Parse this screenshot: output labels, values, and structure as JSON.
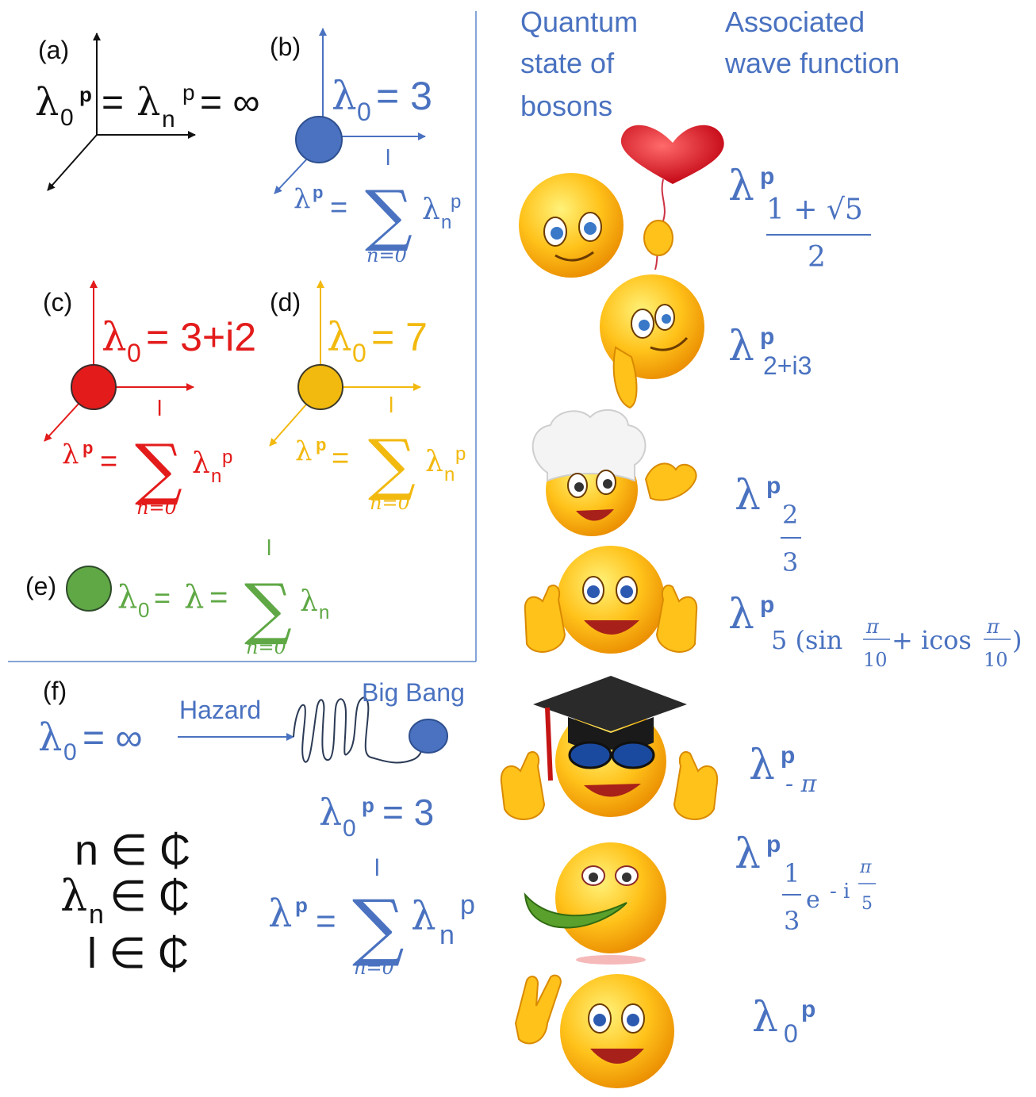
{
  "colors": {
    "blue": "#4a72c0",
    "red": "#e31b1b",
    "yellow": "#f2b90f",
    "green": "#5fa845",
    "black": "#111111",
    "border": "#5b86c8"
  },
  "headers": {
    "col1": [
      "Quantum",
      "state of",
      "bosons"
    ],
    "col2": [
      "Associated",
      "wave function"
    ]
  },
  "panels": {
    "a": {
      "label": "(a)",
      "lhs": "λ",
      "lhs_sub": "0",
      "lhs_sup": "p",
      "eq1": "=",
      "mid": "λ",
      "mid_sub": "n",
      "mid_sup": "p",
      "eq2": "= ∞"
    },
    "b": {
      "label": "(b)",
      "top_lam": "λ",
      "top_sub": "0",
      "top_rhs": "= 3",
      "sum_lhs": "λ",
      "sum_lhs_sup": "p",
      "sum_eq": "=",
      "sum_sym": "∑",
      "sum_upper": "l",
      "sum_lower": "n=0",
      "sum_term": "λ",
      "sum_term_sub": "n",
      "sum_term_sup": "p"
    },
    "c": {
      "label": "(c)",
      "top_lam": "λ",
      "top_sub": "0",
      "top_rhs": "= 3+i2",
      "sum_lhs": "λ",
      "sum_lhs_sup": "p",
      "sum_eq": "=",
      "sum_sym": "∑",
      "sum_upper": "l",
      "sum_lower": "n=0",
      "sum_term": "λ",
      "sum_term_sub": "n",
      "sum_term_sup": "p"
    },
    "d": {
      "label": "(d)",
      "top_lam": "λ",
      "top_sub": "0",
      "top_rhs": "= 7",
      "sum_lhs": "λ",
      "sum_lhs_sup": "p",
      "sum_eq": "=",
      "sum_sym": "∑",
      "sum_upper": "l",
      "sum_lower": "n=0",
      "sum_term": "λ",
      "sum_term_sub": "n",
      "sum_term_sup": "p"
    },
    "e": {
      "label": "(e)",
      "lam0": "λ",
      "lam0_sub": "0",
      "eq1": "=",
      "lam": "λ",
      "eq2": "=",
      "sum_sym": "∑",
      "sum_upper": "l",
      "sum_lower": "n=0",
      "term": "λ",
      "term_sub": "n"
    },
    "f": {
      "label": "(f)",
      "lhs": "λ",
      "lhs_sub": "0",
      "lhs_rhs": "= ∞",
      "hazard": "Hazard",
      "bigbang": "Big Bang",
      "eq_lam": "λ",
      "eq_sub": "0",
      "eq_sup": "p",
      "eq_rhs": "= 3",
      "sum_lhs": "λ",
      "sum_lhs_sup": "p",
      "sum_eq": "=",
      "sum_sym": "∑",
      "sum_upper": "l",
      "sum_lower": "n=0",
      "sum_term": "λ",
      "sum_term_sub": "n",
      "sum_term_sup": "p"
    }
  },
  "sets": {
    "line1": "n ∈ ₵",
    "line2_lam": "λ",
    "line2_sub": "n",
    "line2_rest": "∈ ₵",
    "line3": "l ∈ ₵"
  },
  "wavefunctions": [
    {
      "lam": "λ",
      "sup": "p",
      "num": "1 + √5",
      "den": "2"
    },
    {
      "lam": "λ",
      "sup": "p",
      "sub": "2+i3"
    },
    {
      "lam": "λ",
      "sup": "p",
      "num": "2",
      "den": "3"
    },
    {
      "lam": "λ",
      "sup": "p",
      "sub_pre": "5 (sin",
      "f1_num": "π",
      "f1_den": "10",
      "sub_mid": "+ icos",
      "f2_num": "π",
      "f2_den": "10",
      "sub_post": ")"
    },
    {
      "lam": "λ",
      "sup": "p",
      "sub": "- π"
    },
    {
      "lam": "λ",
      "sup": "p",
      "num": "1",
      "den": "3",
      "exp_base": "e",
      "exp_pre": "- i",
      "exp_num": "π",
      "exp_den": "5"
    },
    {
      "lam": "λ",
      "sup": "p",
      "sub": "0"
    }
  ],
  "emojis": [
    {
      "name": "heart-balloon-emoji",
      "accessory": "heart-balloon"
    },
    {
      "name": "peeking-emoji",
      "accessory": "hand"
    },
    {
      "name": "chef-emoji",
      "accessory": "chef-hat"
    },
    {
      "name": "thumbs-up-emoji",
      "accessory": "thumbs"
    },
    {
      "name": "graduate-emoji",
      "accessory": "grad-cap"
    },
    {
      "name": "pepper-emoji",
      "accessory": "pepper"
    },
    {
      "name": "victory-emoji",
      "accessory": "peace-hand"
    }
  ]
}
